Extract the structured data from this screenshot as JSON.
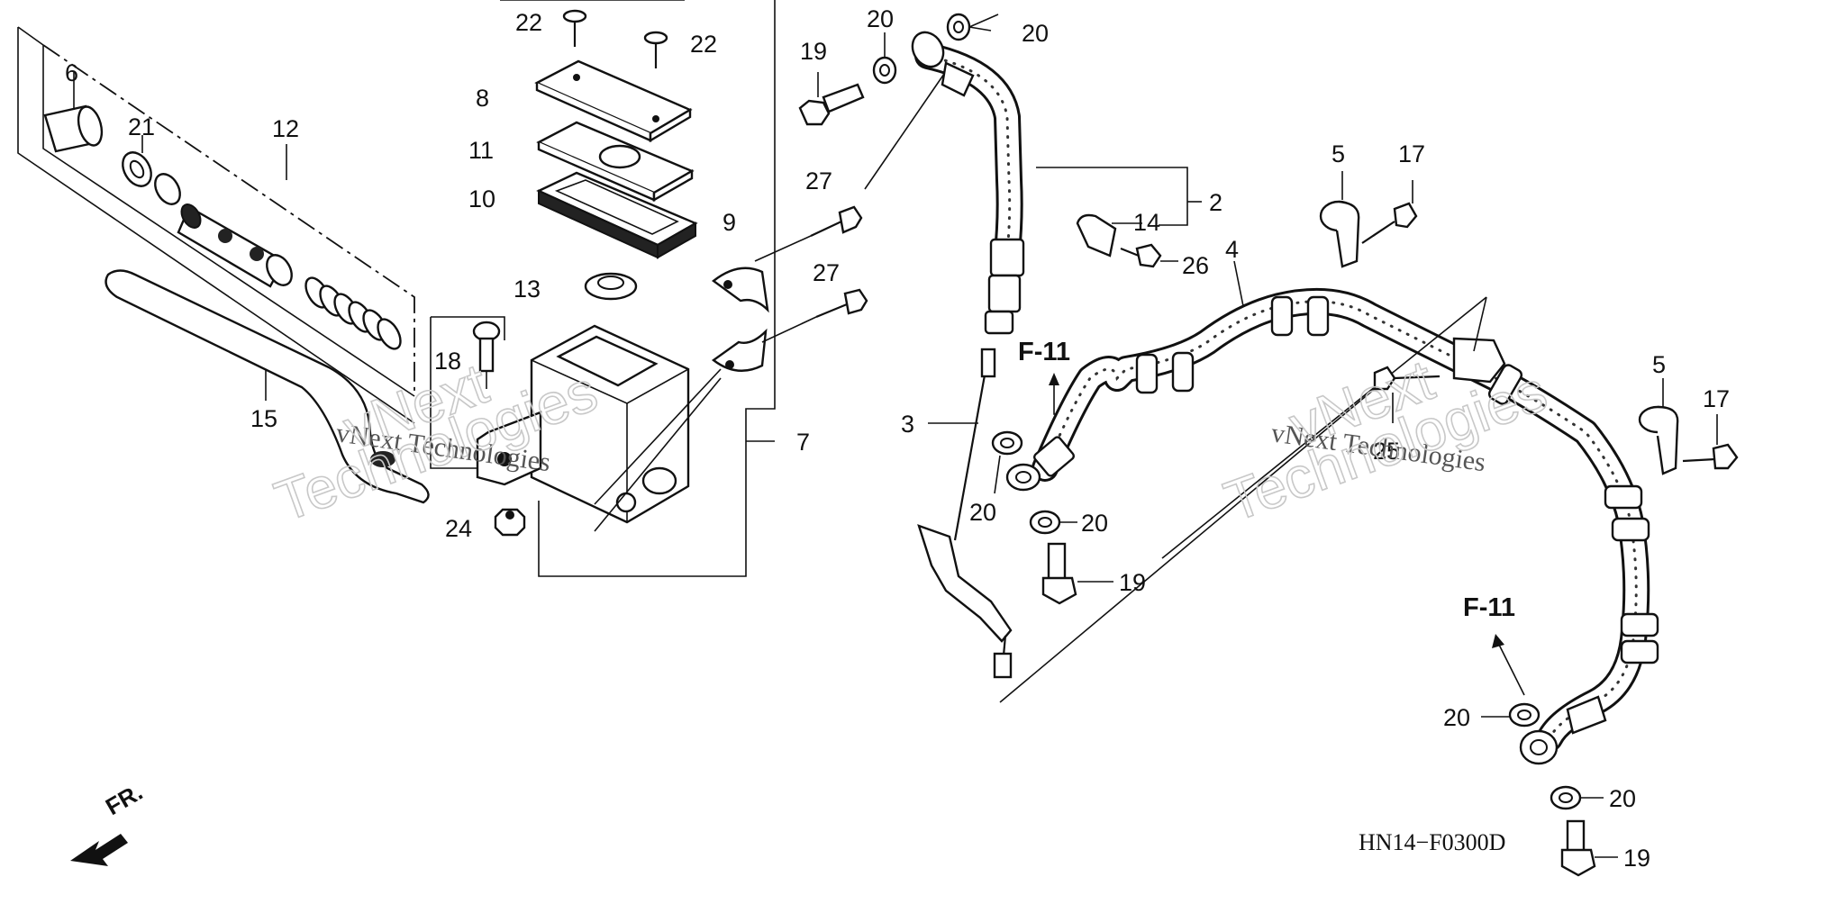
{
  "callouts": {
    "c6": "6",
    "c21": "21",
    "c12": "12",
    "c15": "15",
    "c22a": "22",
    "c22b": "22",
    "c8": "8",
    "c11": "11",
    "c10": "10",
    "c13": "13",
    "c18": "18",
    "c24": "24",
    "c7": "7",
    "c9": "9",
    "c19a": "19",
    "c20a": "20",
    "c20b": "20",
    "c27a": "27",
    "c27b": "27",
    "c2": "2",
    "c14": "14",
    "c26": "26",
    "c3": "3",
    "c20c": "20",
    "c20d": "20",
    "c19b": "19",
    "c4": "4",
    "c5a": "5",
    "c17a": "17",
    "c25": "25",
    "c5b": "5",
    "c17b": "17",
    "c20e": "20",
    "c20f": "20",
    "c19c": "19"
  },
  "refs": {
    "f11a": "F-11",
    "f11b": "F-11"
  },
  "diagram_code": "HN14−F0300D",
  "front_label": "FR.",
  "watermark": {
    "line1": "vNext Technologies",
    "big_top": "vNext",
    "big_bottom": "Technologies"
  }
}
